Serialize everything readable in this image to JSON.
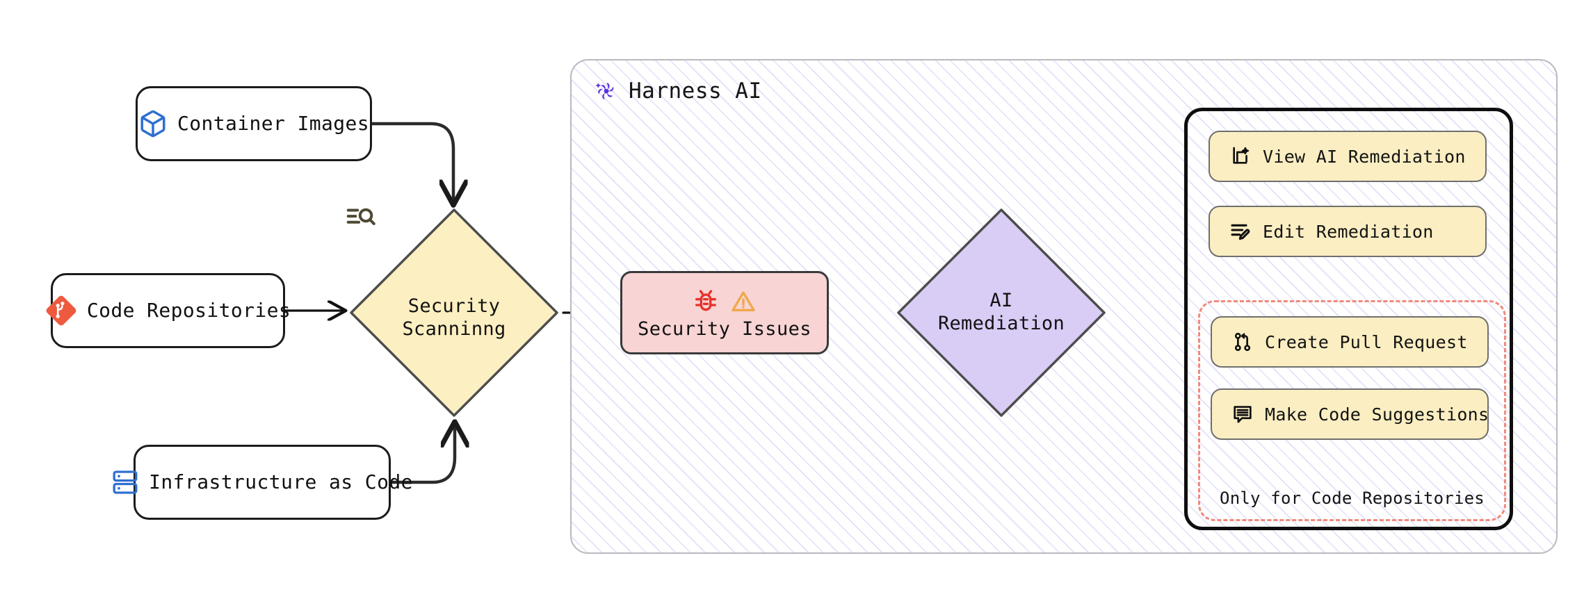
{
  "diagram": {
    "title": "Harness AI Security Scanning and Remediation Flow",
    "harness": {
      "title": "Harness AI",
      "logo_icon": "harness-pinwheel-icon",
      "accent_color": "#5b33e0",
      "hatch_color": "#aaa5eb"
    },
    "sources": [
      {
        "label": "Container Images",
        "icon": "cube-icon",
        "icon_color": "#2f6fd0"
      },
      {
        "label": "Code Repositories",
        "icon": "git-diamond-icon",
        "icon_color": "#ee5a3e"
      },
      {
        "label": "Infrastructure as Code",
        "icon": "server-stack-icon",
        "icon_color": "#2f6fd0"
      }
    ],
    "scanning": {
      "line1": "Security",
      "line2": "Scanninng",
      "text": "Security\nScanninng",
      "icon": "scan-search-icon",
      "fill": "#fcefc2",
      "stroke": "#4d4d4d"
    },
    "issues": {
      "label": "Security Issues",
      "icons": [
        "bug-icon",
        "warning-triangle-icon"
      ],
      "bug_color": "#e8302a",
      "warning_color": "#efa84a",
      "fill": "#f8d4d4"
    },
    "remediation": {
      "line1": "AI",
      "line2": "Remediation",
      "text": "AI\nRemediation",
      "fill": "#d9ccf5",
      "stroke": "#4d4d4d"
    },
    "actions": [
      {
        "label": "View AI Remediation",
        "icon": "ai-sparkle-doc-icon"
      },
      {
        "label": "Edit Remediation",
        "icon": "list-pencil-icon"
      },
      {
        "label": "Create Pull Request",
        "icon": "pull-request-icon"
      },
      {
        "label": "Make Code Suggestions",
        "icon": "comment-lines-icon"
      }
    ],
    "dashed_note": {
      "caption": "Only for Code Repositories",
      "border_color": "#f08a7d"
    }
  }
}
